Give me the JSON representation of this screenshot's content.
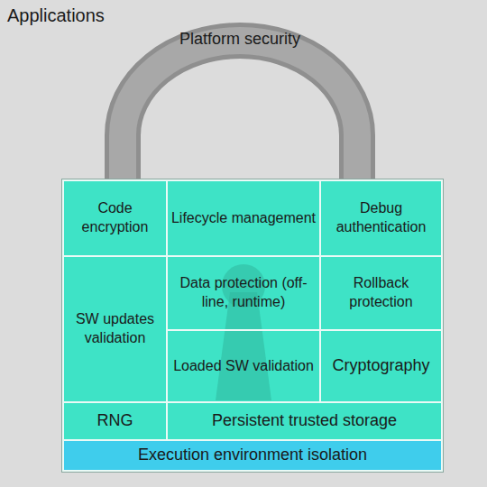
{
  "diagram": {
    "nodes": [
      {
        "text": [
          "Code encryption"
        ]
      },
      {
        "text": [
          "Lifecycle management"
        ]
      },
      {
        "text": [
          "Debug authentication"
        ]
      },
      {
        "text": [
          "SW updates validation"
        ]
      },
      {
        "text": [
          "Data protection (off-line, runtime)"
        ]
      },
      {
        "text": [
          "Rollback protection"
        ]
      },
      {
        "text": [
          "Loaded SW validation"
        ]
      },
      {
        "text": [
          "Cryptography"
        ]
      },
      {
        "text": [
          "RNG"
        ]
      },
      {
        "text": [
          "Persistent trusted storage"
        ]
      },
      {
        "text": [
          "Execution environment isolation"
        ]
      }
    ],
    "labels": [
      "Applications",
      "Platform security"
    ]
  }
}
